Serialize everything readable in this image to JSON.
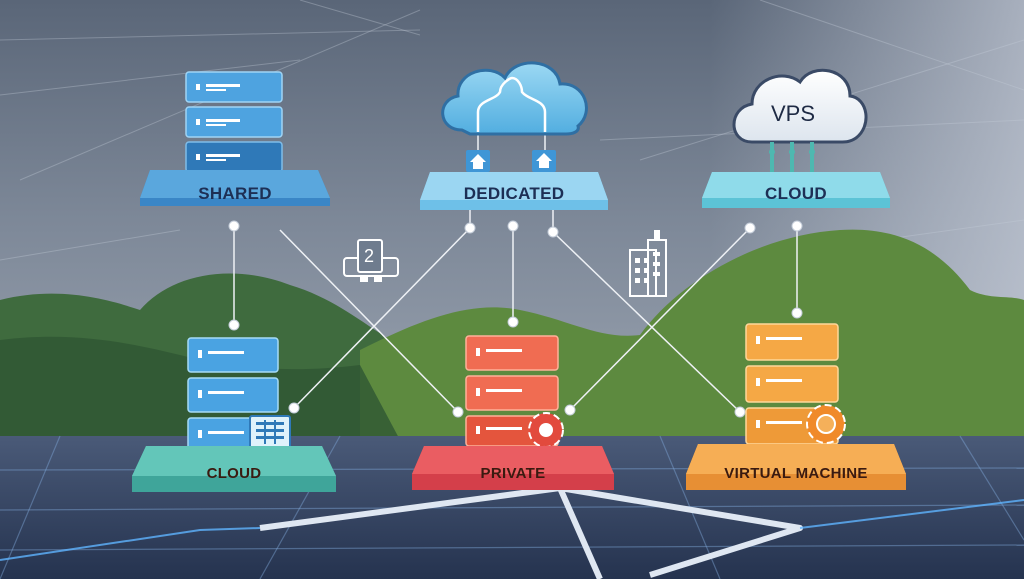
{
  "diagram": {
    "top_platforms": [
      {
        "label": "SHARED",
        "color": "#4f97cf"
      },
      {
        "label": "DEDICATED",
        "color": "#8fd0ef"
      },
      {
        "label": "CLOUD",
        "color": "#80d7e5"
      }
    ],
    "vps_cloud_text": "VPS",
    "badge_number": "2",
    "bottom_platforms": [
      {
        "label": "CLOUD",
        "color": "#5bbeb2"
      },
      {
        "label": "PRIVATE",
        "color": "#e5545a"
      },
      {
        "label": "VIRTUAL MACHINE",
        "color": "#f2a54d"
      }
    ]
  },
  "colors": {
    "sky_top": "#6d7a8c",
    "sky_mid": "#8d98a8",
    "hill_dark": "#3e6b3a",
    "hill_light": "#5e8a3f",
    "ground": "#3a4a66",
    "server_blue": "#4aa3e2",
    "server_red": "#ef6a4f",
    "server_orange": "#f4a446",
    "line_light": "#f2f4f7",
    "gear_red": "#e24a3d",
    "gear_orange": "#f08a2a"
  }
}
